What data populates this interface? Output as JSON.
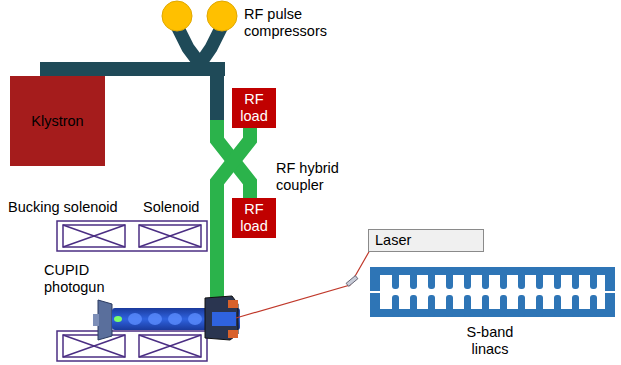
{
  "diagram": {
    "nodes": [
      {
        "text": [
          "Klystron"
        ]
      },
      {
        "text": [
          "RF load"
        ]
      },
      {
        "text": [
          "RF load"
        ]
      },
      {
        "text": [
          "Laser"
        ]
      }
    ],
    "labels": [
      "RF pulse compressors",
      "RF hybrid coupler",
      "Bucking solenoid",
      "Solenoid",
      "CUPID photogun",
      "S-band linacs"
    ]
  }
}
